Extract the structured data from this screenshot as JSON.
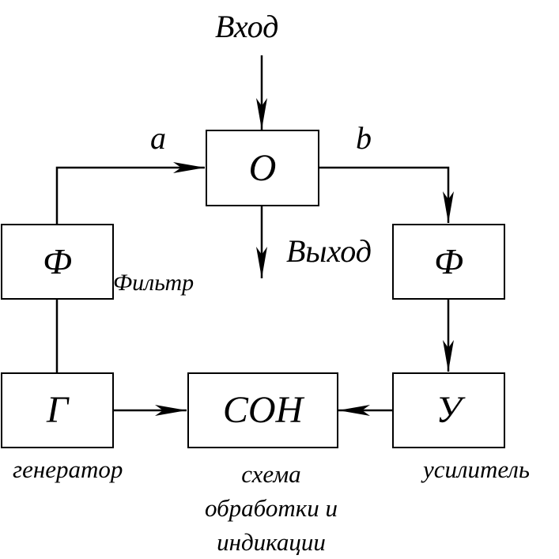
{
  "diagram": {
    "input_label": "Вход",
    "output_label": "Выход",
    "signal_a": "a",
    "signal_b": "b",
    "blocks": {
      "object": "О",
      "filter_left": "Ф",
      "filter_right": "Ф",
      "generator": "Г",
      "amplifier": "У",
      "processing": "СОН"
    },
    "captions": {
      "filter": "Фильтр",
      "generator": "генератор",
      "processing_line1": "схема",
      "processing_line2": "обработки и",
      "processing_line3": "индикации",
      "amplifier": "усилитель"
    }
  }
}
